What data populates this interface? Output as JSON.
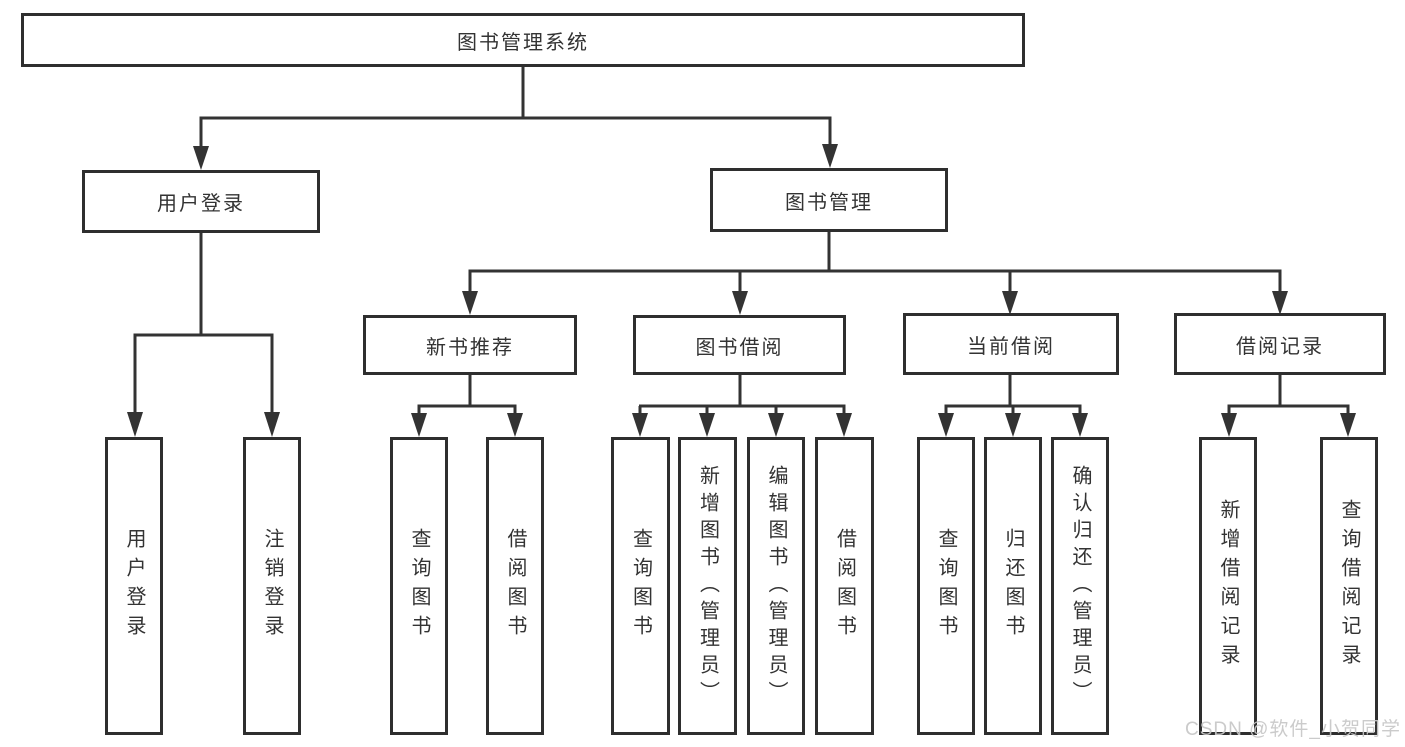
{
  "diagram": {
    "root": {
      "label": "图书管理系统"
    },
    "children": [
      {
        "label": "用户登录",
        "children": [
          {
            "label": "用户登录"
          },
          {
            "label": "注销登录"
          }
        ]
      },
      {
        "label": "图书管理",
        "children": [
          {
            "label": "新书推荐",
            "children": [
              {
                "label": "查询图书"
              },
              {
                "label": "借阅图书"
              }
            ]
          },
          {
            "label": "图书借阅",
            "children": [
              {
                "label": "查询图书"
              },
              {
                "label": "新增图书（管理员）"
              },
              {
                "label": "编辑图书（管理员）"
              },
              {
                "label": "借阅图书"
              }
            ]
          },
          {
            "label": "当前借阅",
            "children": [
              {
                "label": "查询图书"
              },
              {
                "label": "归还图书"
              },
              {
                "label": "确认归还（管理员）"
              }
            ]
          },
          {
            "label": "借阅记录",
            "children": [
              {
                "label": "新增借阅记录"
              },
              {
                "label": "查询借阅记录"
              }
            ]
          }
        ]
      }
    ]
  },
  "watermark": {
    "text": "CSDN @软件_小贺同学"
  },
  "colors": {
    "line": "#333333",
    "border": "#2e2e2e",
    "text": "#333333",
    "watermark": "#c7c7c7"
  }
}
